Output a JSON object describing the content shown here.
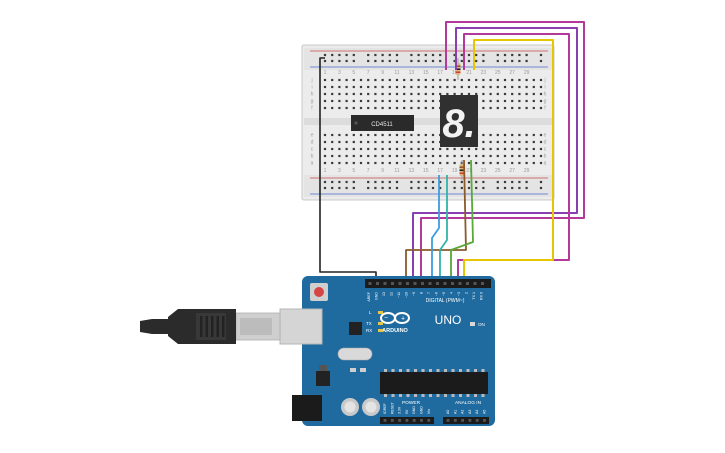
{
  "ic": {
    "label": "CD4511"
  },
  "display": {
    "digit": "8."
  },
  "arduino": {
    "model": "UNO",
    "brand": "ARDUINO",
    "digital_label": "DIGITAL (PWM~)",
    "analog_label": "ANALOG IN",
    "power_label": "POWER",
    "on_label": "ON",
    "led_l": "L",
    "led_tx": "TX",
    "led_rx": "RX",
    "top_pins": [
      "AREF",
      "GND",
      "13",
      "12",
      "~11",
      "~10",
      "~9",
      "8",
      "7",
      "~6",
      "~5",
      "4",
      "~3",
      "2",
      "TX 1",
      "RX 0"
    ],
    "power_pins": [
      "IOREF",
      "RESET",
      "3.3V",
      "5V",
      "GND",
      "GND",
      "Vin"
    ],
    "analog_pins": [
      "A0",
      "A1",
      "A2",
      "A3",
      "A4",
      "A5"
    ]
  },
  "breadboard": {
    "col_numbers": [
      "1",
      "3",
      "5",
      "7",
      "9",
      "11",
      "13",
      "15",
      "17",
      "19",
      "21",
      "23",
      "25",
      "27",
      "29"
    ],
    "row_letters_top": [
      "j",
      "i",
      "h",
      "g",
      "f"
    ],
    "row_letters_bottom": [
      "e",
      "d",
      "c",
      "b",
      "a"
    ]
  },
  "colors": {
    "arduino_board": "#1f6ba0",
    "breadboard": "#ececec",
    "wire_magenta": "#b3399b",
    "wire_purple": "#8a3fb0",
    "wire_yellow": "#e5c600",
    "wire_blue": "#3a9de0",
    "wire_teal": "#2fb5a8",
    "wire_green": "#58a83a",
    "wire_brown": "#8a5a2b",
    "wire_black": "#222222"
  }
}
